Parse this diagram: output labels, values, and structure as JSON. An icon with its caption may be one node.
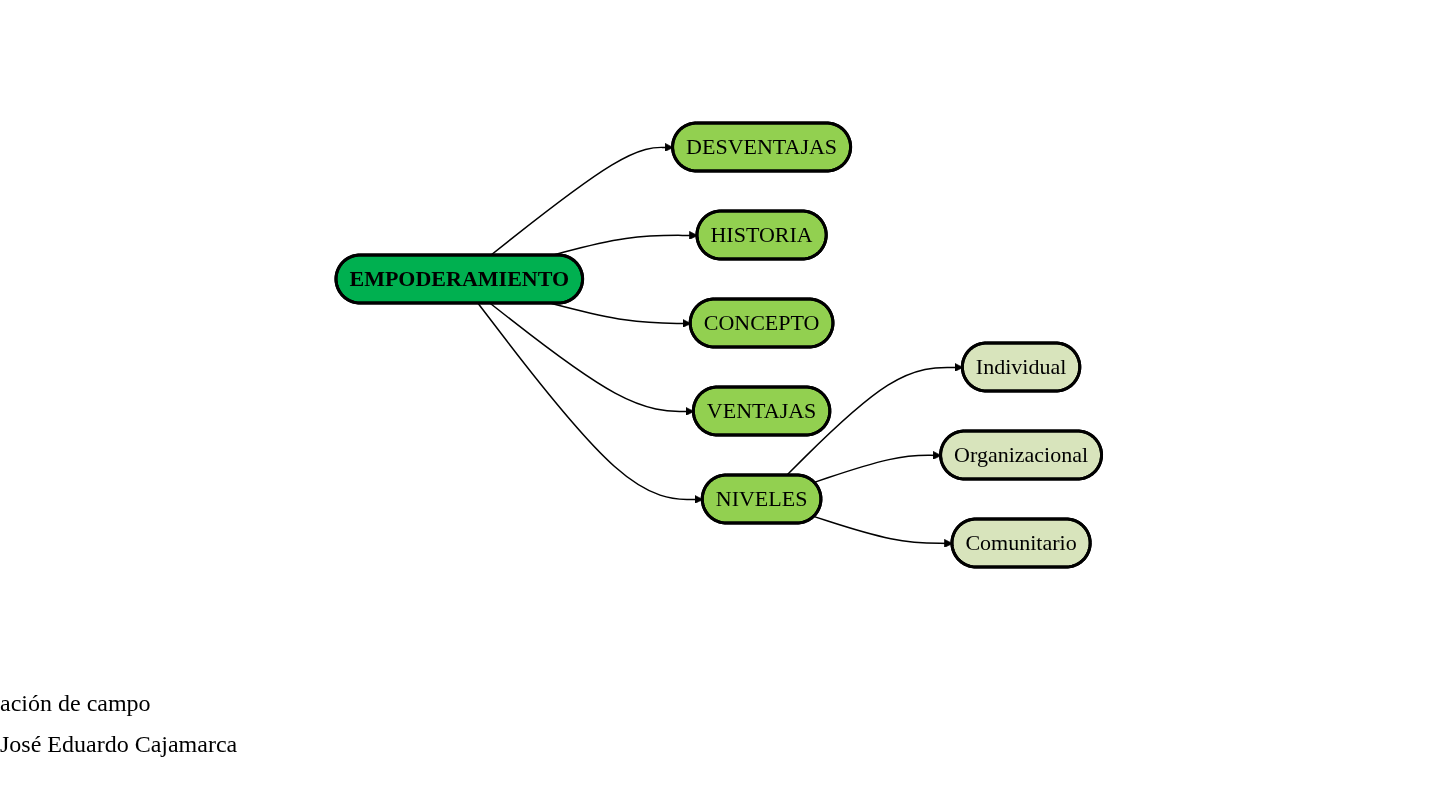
{
  "diagram": {
    "nodes": [
      {
        "text": [
          "DESVENTAJAS"
        ]
      },
      {
        "text": [
          "HISTORIA"
        ]
      },
      {
        "text": [
          "CONCEPTO"
        ]
      },
      {
        "text": [
          "EMPODERAMIENTO"
        ]
      },
      {
        "text": [
          "VENTAJAS"
        ]
      },
      {
        "text": [
          "NIVELES"
        ]
      },
      {
        "text": [
          "Individual"
        ]
      },
      {
        "text": [
          "Organizacional"
        ]
      },
      {
        "text": [
          "Comunitario"
        ]
      }
    ],
    "edges": [
      {
        "from": 3,
        "to": 0,
        "arrow": "to"
      },
      {
        "from": 3,
        "to": 1,
        "arrow": "to"
      },
      {
        "from": 3,
        "to": 2,
        "arrow": "to"
      },
      {
        "from": 3,
        "to": 4,
        "arrow": "to"
      },
      {
        "from": 3,
        "to": 5,
        "arrow": "to"
      },
      {
        "from": 5,
        "to": 6,
        "arrow": "to"
      },
      {
        "from": 5,
        "to": 7,
        "arrow": "to"
      },
      {
        "from": 5,
        "to": 8,
        "arrow": "to"
      }
    ],
    "labels": [
      "ación de campo",
      "José Eduardo Cajamarca"
    ]
  }
}
